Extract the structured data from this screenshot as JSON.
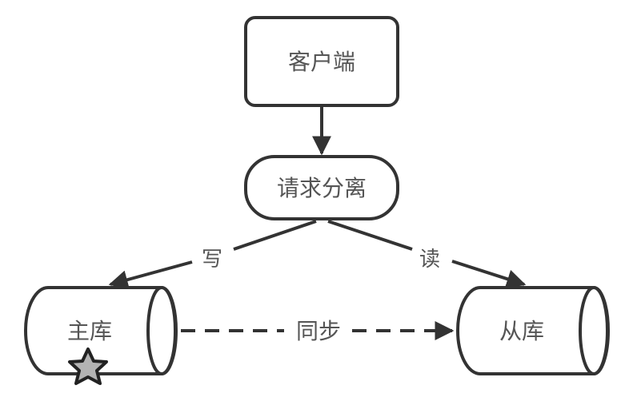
{
  "nodes": {
    "client": {
      "label": "客户端"
    },
    "router": {
      "label": "请求分离"
    },
    "master": {
      "label": "主库",
      "badge": "star-icon"
    },
    "slave": {
      "label": "从库"
    }
  },
  "edges": {
    "client_to_router": {
      "label": ""
    },
    "write": {
      "label": "写"
    },
    "read": {
      "label": "读"
    },
    "sync": {
      "label": "同步",
      "style": "dashed"
    }
  },
  "colors": {
    "stroke": "#333333",
    "text": "#555555",
    "star_fill": "#b3b3b3",
    "background": "#ffffff"
  }
}
